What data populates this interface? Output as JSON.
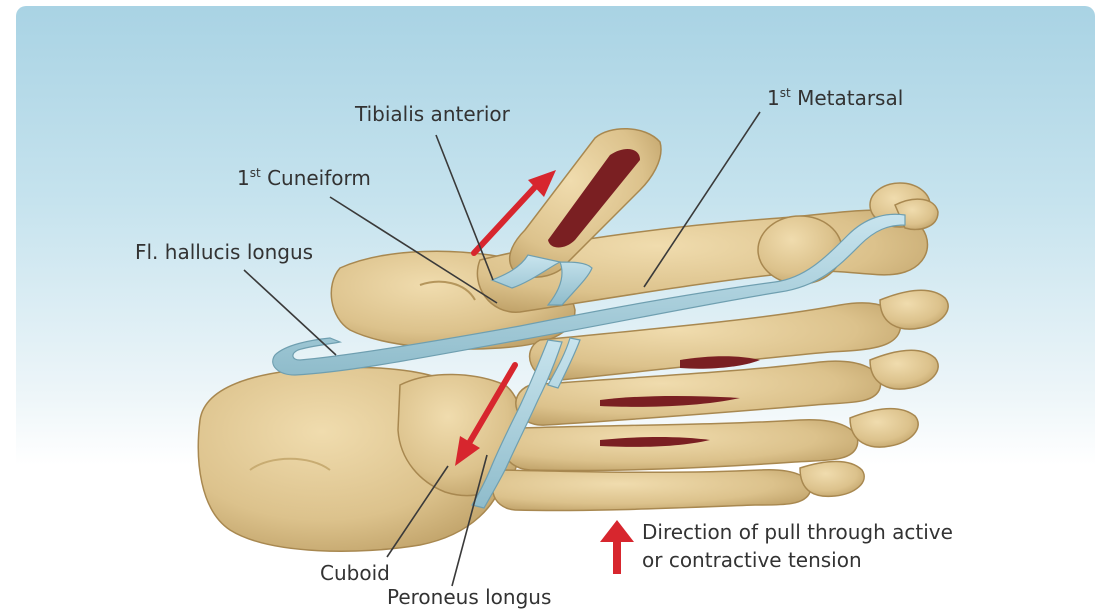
{
  "labels": {
    "tibialis_anterior": "Tibialis anterior",
    "cuneiform_sup": "st",
    "cuneiform_number": "1",
    "cuneiform_name": "Cuneiform",
    "metatarsal_number": "1",
    "metatarsal_sup": "st",
    "metatarsal_name": "Metatarsal",
    "fl_hallucis_longus": "Fl. hallucis longus",
    "cuboid": "Cuboid",
    "peroneus_longus": "Peroneus longus"
  },
  "legend": {
    "line1": "Direction of pull through active",
    "line2": "or contractive tension"
  },
  "colors": {
    "background_top": "#a9d3e4",
    "bone": "#dcc28c",
    "tendon": "#a8cfdc",
    "muscle": "#7a1f22",
    "pull_arrow": "#d7262e",
    "leader_line": "#3a3a3a"
  }
}
